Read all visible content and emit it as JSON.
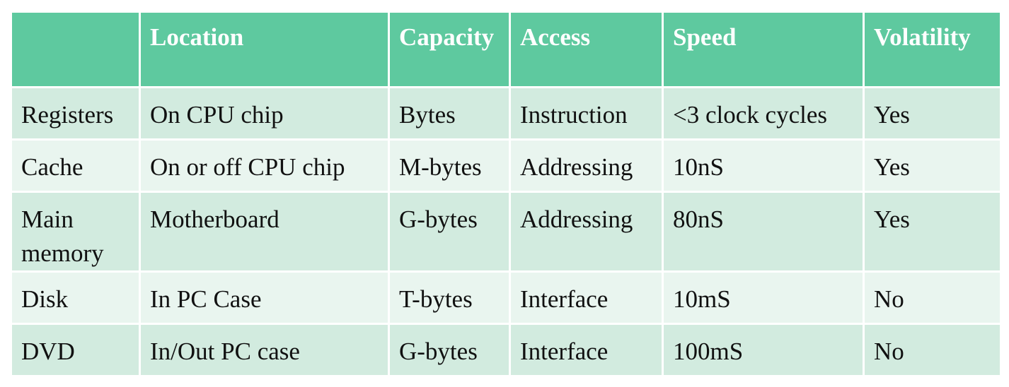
{
  "table": {
    "headers": [
      "",
      "Location",
      "Capacity",
      "Access",
      "Speed",
      "Volatility"
    ],
    "rows": [
      [
        "Registers",
        "On CPU chip",
        "Bytes",
        "Instruction",
        "<3 clock cycles",
        "Yes"
      ],
      [
        "Cache",
        "On or off CPU chip",
        "M-bytes",
        "Addressing",
        "10nS",
        "Yes"
      ],
      [
        "Main memory",
        "Motherboard",
        "G-bytes",
        "Addressing",
        "80nS",
        "Yes"
      ],
      [
        "Disk",
        "In PC Case",
        "T-bytes",
        "Interface",
        "10mS",
        "No"
      ],
      [
        "DVD",
        "In/Out PC case",
        "G-bytes",
        "Interface",
        "100mS",
        "No"
      ]
    ],
    "colors": {
      "header_bg": "#5ec99f",
      "row_dark": "#d2ebdf",
      "row_light": "#e9f5ef"
    }
  }
}
